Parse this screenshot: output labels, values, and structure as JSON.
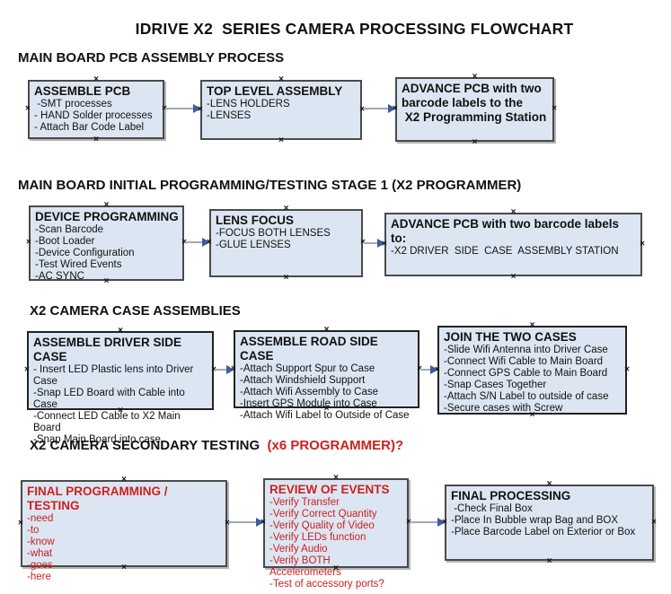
{
  "title": "IDRIVE X2  SERIES CAMERA PROCESSING FLOWCHART",
  "colors": {
    "box_fill": "#dce6f2",
    "box_border": "#4a4a4a",
    "red": "#cc2020",
    "arrow_line": "#9fa8bd",
    "arrow_head": "#41599e",
    "marker": "#141414"
  },
  "icons": {
    "connection_marker": "×",
    "arrow": "→"
  },
  "sections": [
    {
      "heading": "MAIN BOARD PCB ASSEMBLY PROCESS",
      "heading_red": "",
      "boxes": [
        {
          "title": "ASSEMBLE PCB",
          "items": [
            " -SMT processes",
            "- HAND Solder processes",
            "- Attach Bar Code Label"
          ]
        },
        {
          "title": "TOP LEVEL ASSEMBLY",
          "items": [
            "-LENS HOLDERS",
            "-LENSES"
          ]
        },
        {
          "title": "ADVANCE PCB with two\nbarcode labels to the\n X2 Programming Station",
          "items": []
        }
      ]
    },
    {
      "heading": "MAIN BOARD INITIAL PROGRAMMING/TESTING STAGE 1 (X2 PROGRAMMER)",
      "heading_red": "",
      "boxes": [
        {
          "title": "DEVICE PROGRAMMING",
          "items": [
            "-Scan Barcode",
            "-Boot Loader",
            "-Device Configuration",
            "-Test Wired Events",
            "-AC SYNC"
          ]
        },
        {
          "title": "LENS FOCUS",
          "items": [
            "-FOCUS BOTH LENSES",
            "-GLUE LENSES"
          ]
        },
        {
          "title": "ADVANCE PCB with two barcode labels to:",
          "items": [
            "-X2 DRIVER  SIDE  CASE  ASSEMBLY STATION"
          ]
        }
      ]
    },
    {
      "heading": "X2 CAMERA CASE ASSEMBLIES",
      "heading_red": "",
      "boxes": [
        {
          "title": "ASSEMBLE DRIVER SIDE CASE",
          "items": [
            "- Insert LED Plastic lens into Driver Case",
            "-Snap LED Board with Cable into Case",
            "-Connect LED Cable to X2 Main Board",
            "-Snap Main Board into case"
          ]
        },
        {
          "title": "ASSEMBLE ROAD SIDE CASE",
          "items": [
            "-Attach Support Spur to Case",
            "-Attach Windshield Support",
            "-Attach Wifi Assembly to Case",
            "-Insert GPS Module into Case",
            "-Attach Wifi Label to Outside of Case"
          ]
        },
        {
          "title": "JOIN THE TWO CASES",
          "items": [
            "-Slide Wifi Antenna into Driver Case",
            "-Connect Wifi Cable to Main Board",
            "-Connect GPS Cable to Main Board",
            "-Snap Cases Together",
            "-Attach S/N Label to outside of case",
            "-Secure cases with Screw"
          ]
        }
      ]
    },
    {
      "heading": "X2 CAMERA SECONDARY TESTING ",
      "heading_red": " (x6 PROGRAMMER)?",
      "boxes": [
        {
          "title": "FINAL PROGRAMMING / TESTING",
          "items": [
            "-need",
            "-to",
            "-know",
            "-what",
            "-goes",
            "-here"
          ]
        },
        {
          "title": "REVIEW OF EVENTS",
          "items": [
            "-Verify Transfer",
            "-Verify Correct Quantity",
            "-Verify Quality of Video",
            "-Verify LEDs function",
            "-Verify Audio",
            "-Verify BOTH Accelerometers",
            "-Test of accessory ports?"
          ]
        },
        {
          "title": "FINAL PROCESSING",
          "items": [
            " -Check Final Box",
            "-Place In Bubble wrap Bag and BOX",
            "-Place Barcode Label on Exterior or Box"
          ]
        }
      ]
    }
  ]
}
